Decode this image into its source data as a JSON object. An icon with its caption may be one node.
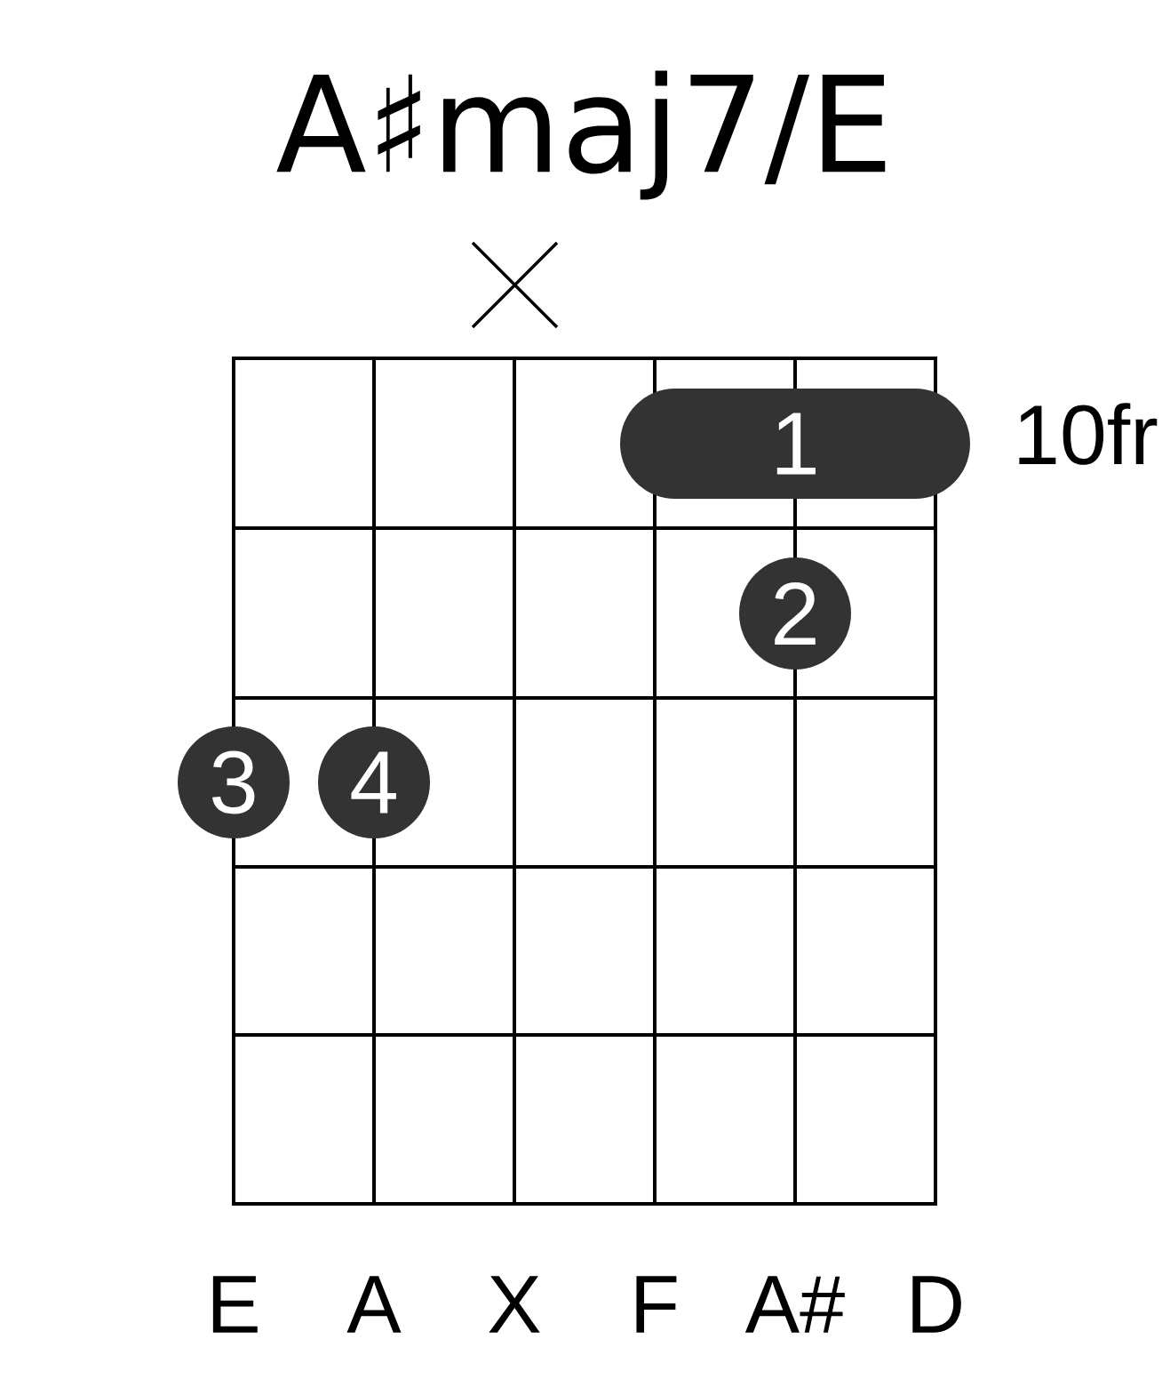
{
  "diagram": {
    "title": "A♯maj7/E",
    "nodes": [
      {
        "text": [
          "1"
        ]
      },
      {
        "text": [
          "2"
        ]
      },
      {
        "text": [
          "3"
        ]
      },
      {
        "text": [
          "4"
        ]
      }
    ],
    "labels": [
      "10fr",
      "E",
      "A",
      "X",
      "F",
      "A#",
      "D"
    ]
  }
}
